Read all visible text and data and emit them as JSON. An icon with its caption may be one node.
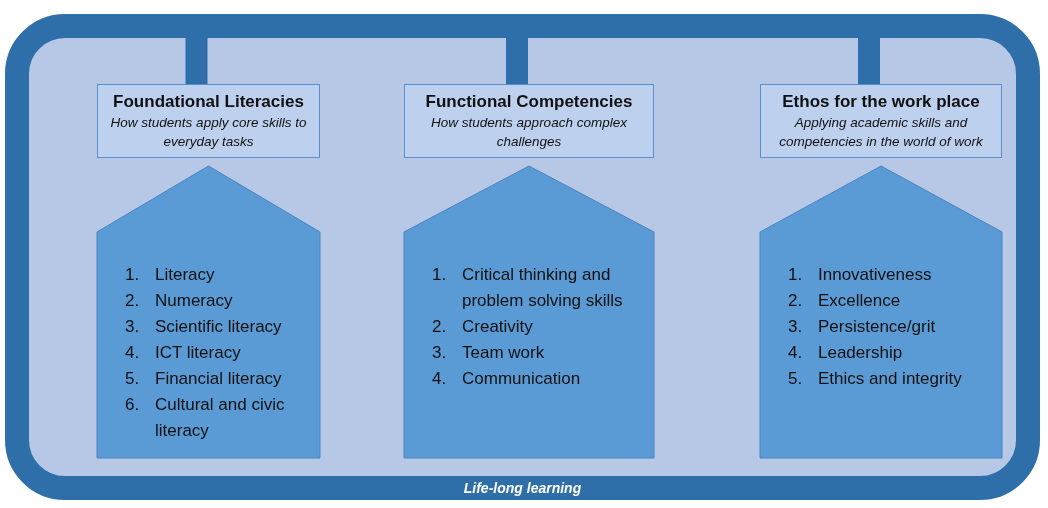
{
  "diagram": {
    "nodes": [
      {
        "text": [
          "Life-long learning"
        ]
      },
      {
        "text": [
          "Foundational Literacies",
          "How students apply core skills to everyday tasks"
        ],
        "in": 0
      },
      {
        "text": [
          "Functional Competencies",
          "How students approach complex challenges"
        ],
        "in": 0
      },
      {
        "text": [
          "Ethos for the work place",
          "Applying academic skills and competencies in the world of work"
        ],
        "in": 0
      },
      {
        "text": [
          "1. Literacy",
          "2. Numeracy",
          "3. Scientific literacy",
          "4. ICT literacy",
          "5. Financial literacy",
          "6. Cultural and civic literacy"
        ],
        "in": 0
      },
      {
        "text": [
          "1. Critical thinking and problem solving skills",
          "2. Creativity",
          "3. Team work",
          "4. Communication"
        ],
        "in": 0
      },
      {
        "text": [
          "1. Innovativeness",
          "2. Excellence",
          "3. Persistence/grit",
          "4. Leadership",
          "5. Ethics and integrity"
        ],
        "in": 0
      }
    ],
    "edges": [
      {
        "from": 0,
        "to": 1,
        "arrow": "none"
      },
      {
        "from": 0,
        "to": 2,
        "arrow": "none"
      },
      {
        "from": 0,
        "to": 3,
        "arrow": "none"
      }
    ]
  }
}
